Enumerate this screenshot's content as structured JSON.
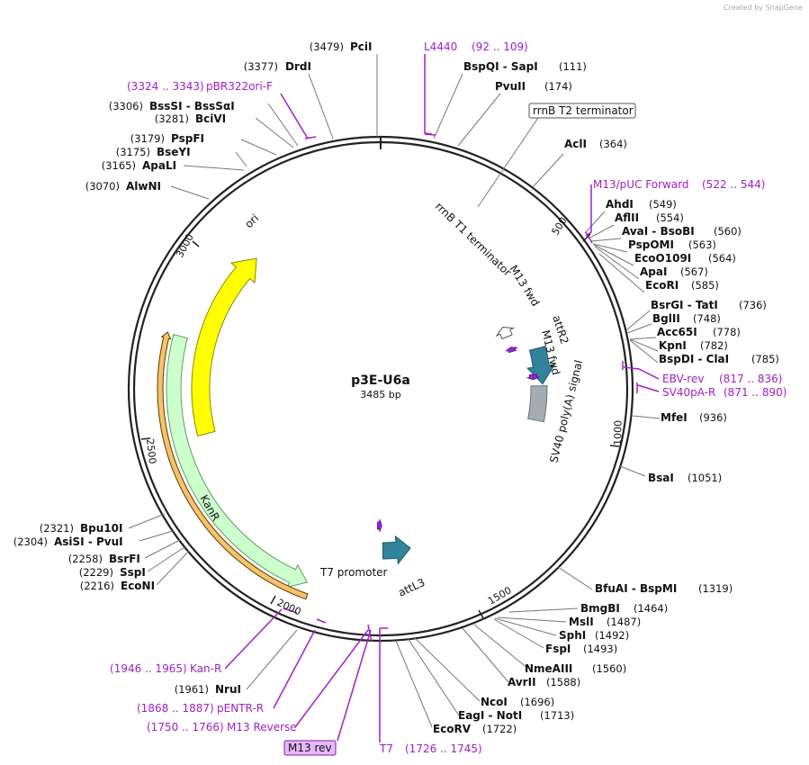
{
  "credit": "Created by SnapGene",
  "plasmid": {
    "name": "p3E-U6a",
    "length_label": "3485 bp",
    "length": 3485
  },
  "ticks": [
    {
      "label": "500",
      "pos": 500
    },
    {
      "label": "1000",
      "pos": 1000
    },
    {
      "label": "1500",
      "pos": 1500
    },
    {
      "label": "2000",
      "pos": 2000
    },
    {
      "label": "2500",
      "pos": 2500
    },
    {
      "label": "3000",
      "pos": 3000
    }
  ],
  "features": [
    {
      "name": "ori",
      "start": 2474,
      "end": 3063,
      "dir": "fwd",
      "color": "#ffff00",
      "stroke": "#8a8a00"
    },
    {
      "name": "KanR",
      "start": 1944,
      "end": 2756,
      "dir": "rev",
      "color": "#ccffcc",
      "stroke": "#669966"
    },
    {
      "name": "attR2",
      "start": 731,
      "end": 855,
      "dir": "fwd",
      "color": "#31849b",
      "stroke": "#1f5866"
    },
    {
      "name": "SV40 poly(A) signal",
      "start": 861,
      "end": 982,
      "dir": "none",
      "color": "#a6acb3",
      "stroke": "#6b7077"
    },
    {
      "name": "attL3",
      "start": 1640,
      "end": 1735,
      "dir": "rev",
      "color": "#31849b",
      "stroke": "#1f5866"
    },
    {
      "name": "rrnB T1 terminator",
      "start": 612,
      "end": 655,
      "dir": "rev",
      "color": "#ffffff",
      "stroke": "#555555"
    },
    {
      "name": "M13 fwd",
      "start": 700,
      "end": 718,
      "dir": "rev",
      "color": "#9b1fe0",
      "stroke": "#6a149c"
    },
    {
      "name": "M13 fwd",
      "start": 820,
      "end": 838,
      "dir": "fwd",
      "color": "#9b1fe0",
      "stroke": "#6a149c"
    },
    {
      "name": "T7 promoter",
      "start": 1738,
      "end": 1755,
      "dir": "rev",
      "color": "#9b1fe0",
      "stroke": "#6a149c"
    }
  ],
  "enzymes": [
    {
      "name": "PciI",
      "pos": "(3479)"
    },
    {
      "name": "DrdI",
      "pos": "(3377)"
    },
    {
      "name": "BssSI - BssSαI",
      "pos": "(3306)"
    },
    {
      "name": "BciVI",
      "pos": "(3281)"
    },
    {
      "name": "PspFI",
      "pos": "(3179)"
    },
    {
      "name": "BseYI",
      "pos": "(3175)"
    },
    {
      "name": "ApaLI",
      "pos": "(3165)"
    },
    {
      "name": "AlwNI",
      "pos": "(3070)"
    },
    {
      "name": "BspQI - SapI",
      "pos": "(111)"
    },
    {
      "name": "PvuII",
      "pos": "(174)"
    },
    {
      "name": "AclI",
      "pos": "(364)"
    },
    {
      "name": "AhdI",
      "pos": "(549)"
    },
    {
      "name": "AflII",
      "pos": "(554)"
    },
    {
      "name": "AvaI - BsoBI",
      "pos": "(560)"
    },
    {
      "name": "PspOMI",
      "pos": "(563)"
    },
    {
      "name": "EcoO109I",
      "pos": "(564)"
    },
    {
      "name": "ApaI",
      "pos": "(567)"
    },
    {
      "name": "EcoRI",
      "pos": "(585)"
    },
    {
      "name": "BsrGI - TatI",
      "pos": "(736)"
    },
    {
      "name": "BglII",
      "pos": "(748)"
    },
    {
      "name": "Acc65I",
      "pos": "(778)"
    },
    {
      "name": "KpnI",
      "pos": "(782)"
    },
    {
      "name": "BspDI - ClaI",
      "pos": "(785)"
    },
    {
      "name": "MfeI",
      "pos": "(936)"
    },
    {
      "name": "BsaI",
      "pos": "(1051)"
    },
    {
      "name": "BfuAI - BspMI",
      "pos": "(1319)"
    },
    {
      "name": "BmgBI",
      "pos": "(1464)"
    },
    {
      "name": "MslI",
      "pos": "(1487)"
    },
    {
      "name": "SphI",
      "pos": "(1492)"
    },
    {
      "name": "FspI",
      "pos": "(1493)"
    },
    {
      "name": "NmeAIII",
      "pos": "(1560)"
    },
    {
      "name": "AvrII",
      "pos": "(1588)"
    },
    {
      "name": "NcoI",
      "pos": "(1696)"
    },
    {
      "name": "EagI - NotI",
      "pos": "(1713)"
    },
    {
      "name": "EcoRV",
      "pos": "(1722)"
    },
    {
      "name": "NruI",
      "pos": "(1961)"
    },
    {
      "name": "EcoNI",
      "pos": "(2216)"
    },
    {
      "name": "SspI",
      "pos": "(2229)"
    },
    {
      "name": "BsrFI",
      "pos": "(2258)"
    },
    {
      "name": "AsiSI - PvuI",
      "pos": "(2304)"
    },
    {
      "name": "Bpu10I",
      "pos": "(2321)"
    }
  ],
  "primers": [
    {
      "name": "L4440",
      "pos": "(92 .. 109)"
    },
    {
      "name": "pBR322ori-F",
      "pos": "(3324 .. 3343)"
    },
    {
      "name": "M13/pUC Forward",
      "pos": "(522 .. 544)"
    },
    {
      "name": "EBV-rev",
      "pos": "(817 .. 836)"
    },
    {
      "name": "SV40pA-R",
      "pos": "(871 .. 890)"
    },
    {
      "name": "Kan-R",
      "pos": "(1946 .. 1965)"
    },
    {
      "name": "pENTR-R",
      "pos": "(1868 .. 1887)"
    },
    {
      "name": "M13 Reverse",
      "pos": "(1750 .. 1766)"
    },
    {
      "name": "T7",
      "pos": "(1726 .. 1745)"
    }
  ],
  "boxed_labels": [
    {
      "name": "rrnB T2 terminator"
    },
    {
      "name": "M13 rev"
    }
  ],
  "colors": {
    "backbone": "#222222",
    "primer": "#a020c8",
    "leader": "#777777"
  }
}
